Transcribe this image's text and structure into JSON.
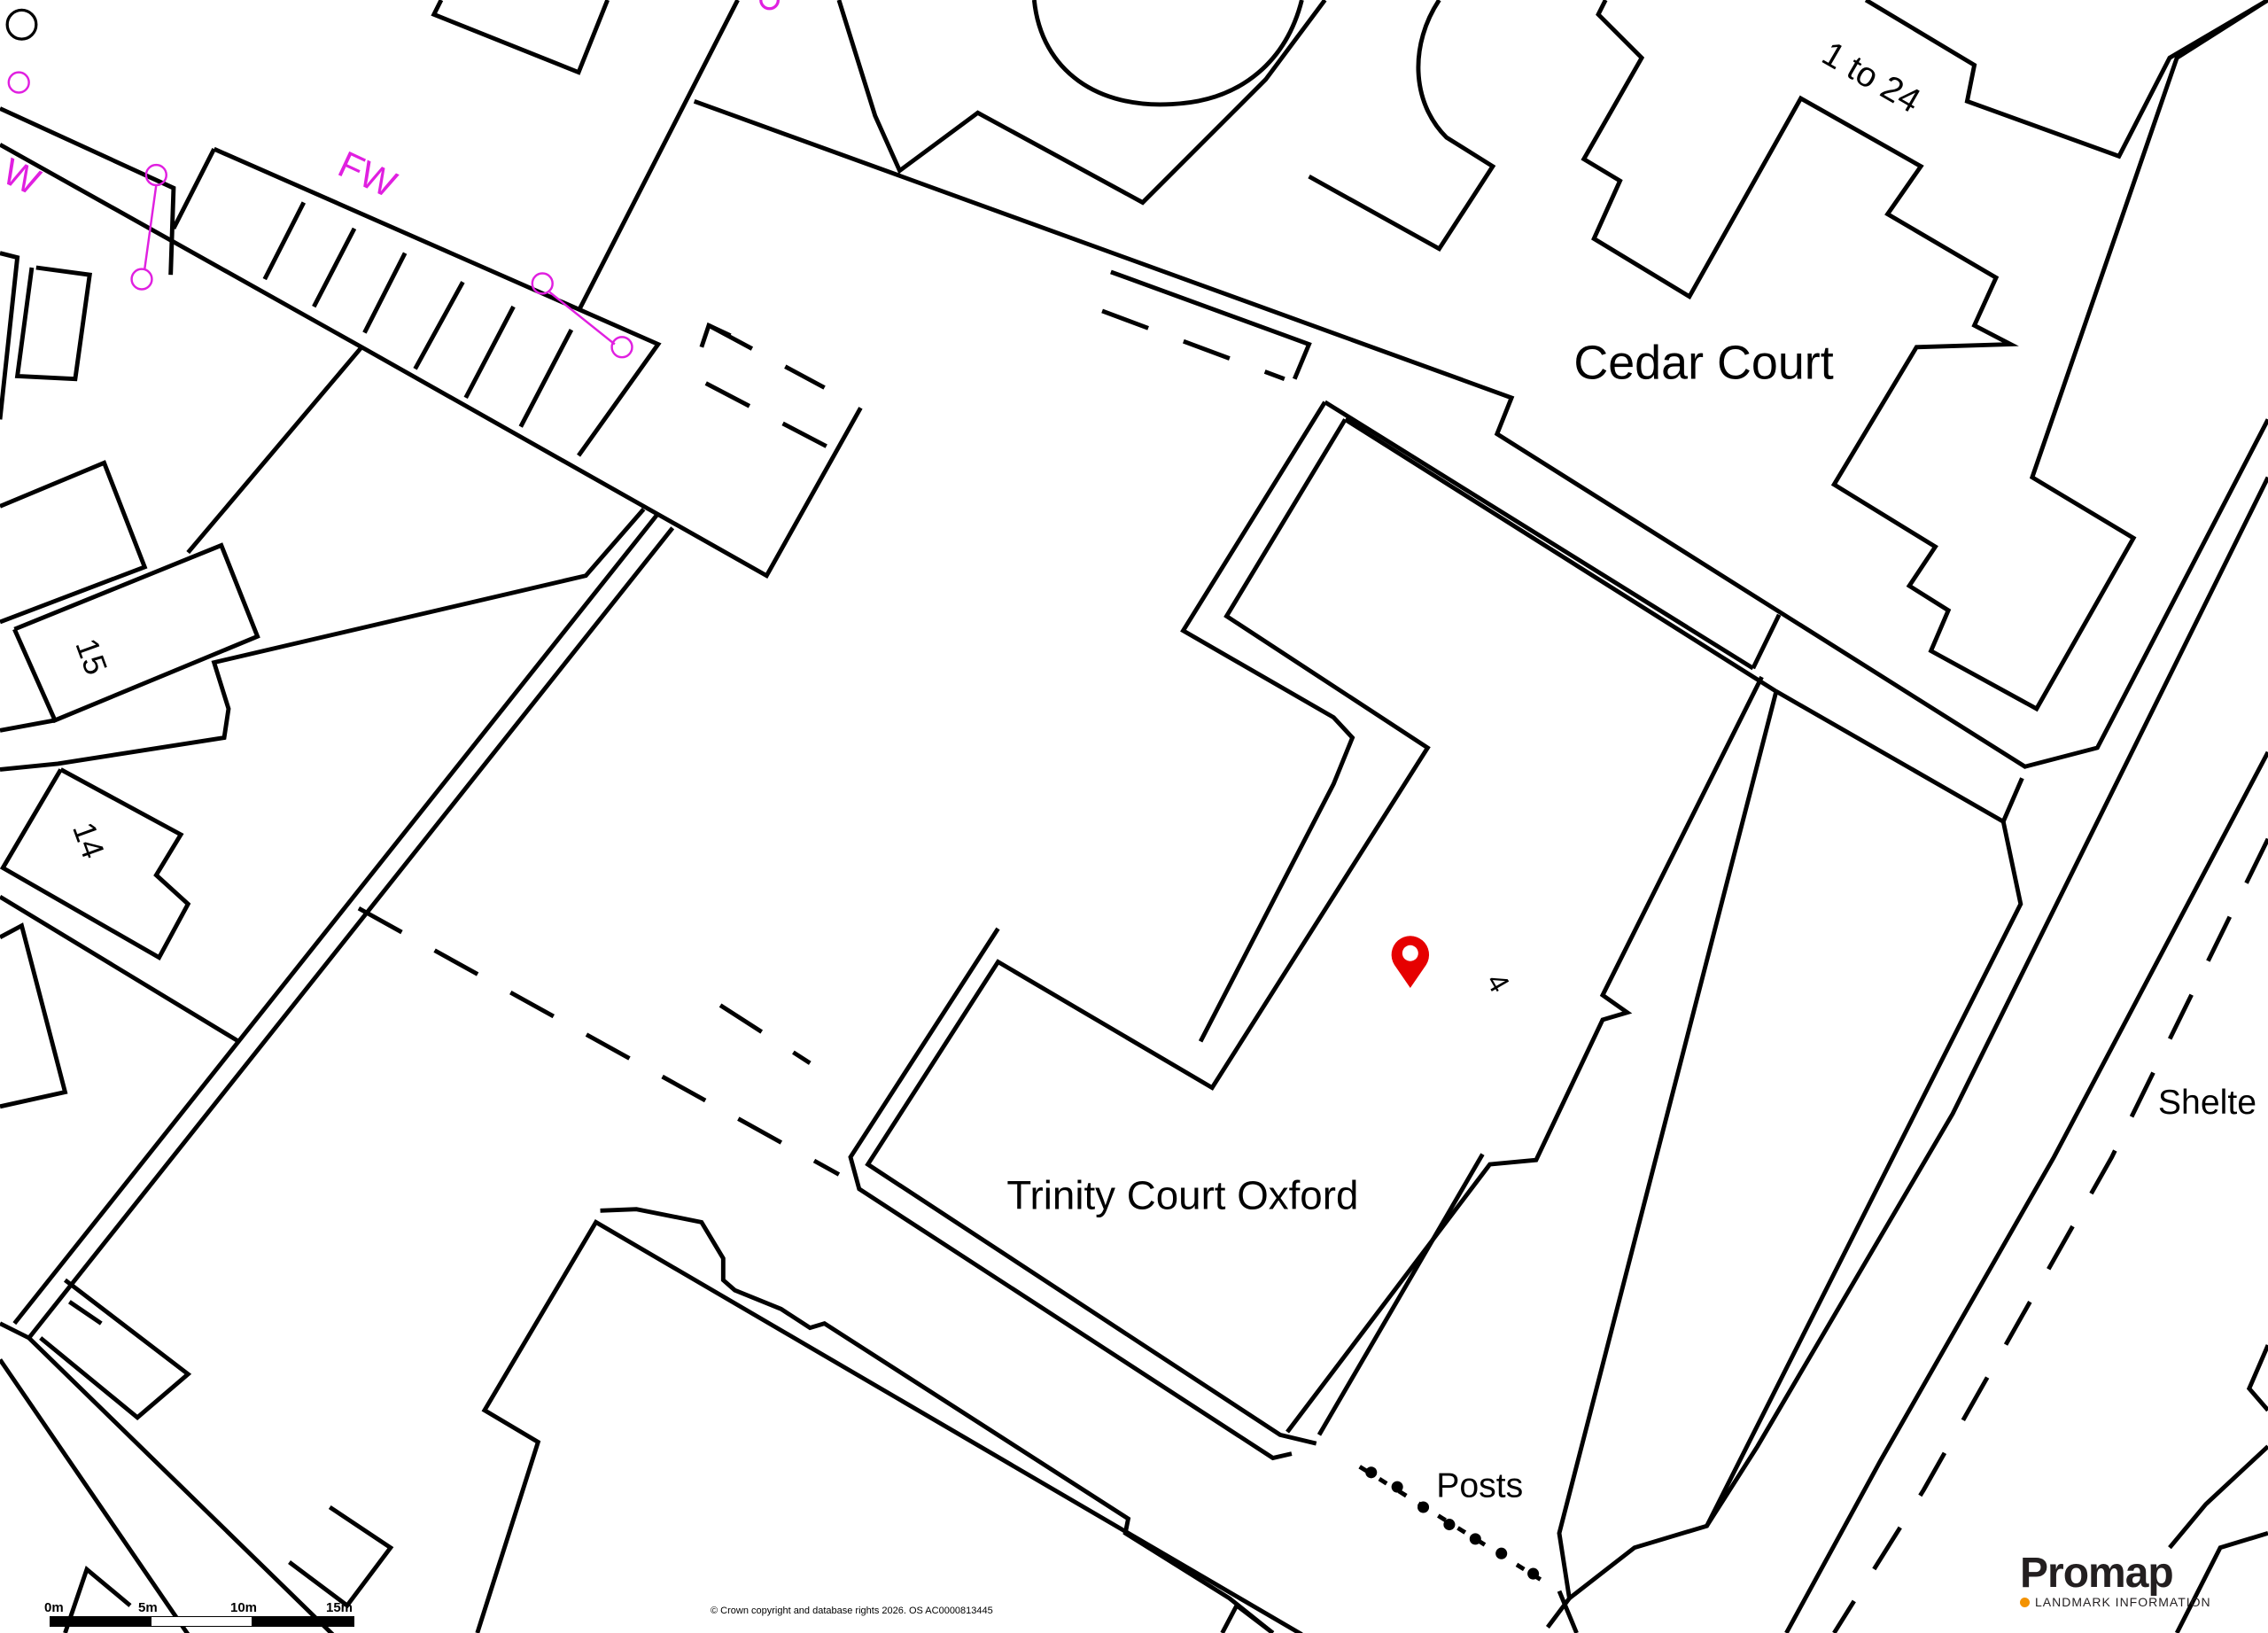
{
  "map": {
    "labels": {
      "cedar_court": "Cedar Court",
      "one_to_24": "1 to 24",
      "trinity_court": "Trinity Court Oxford",
      "num_15": "15",
      "num_14": "14",
      "num_4": "4",
      "shelter": "Shelte",
      "posts": "Posts",
      "fw_1": "FW",
      "fw_2": "W"
    },
    "marker": {
      "icon": "location-pin-icon",
      "color": "#e60000"
    },
    "feature_color": "#e020e0"
  },
  "scale_bar": {
    "ticks": [
      "0m",
      "5m",
      "10m",
      "15m"
    ]
  },
  "copyright": "© Crown copyright and database rights 2026. OS AC0000813445",
  "logo": {
    "name": "Promap",
    "tagline": "LANDMARK INFORMATION",
    "accent": "#f39200"
  }
}
